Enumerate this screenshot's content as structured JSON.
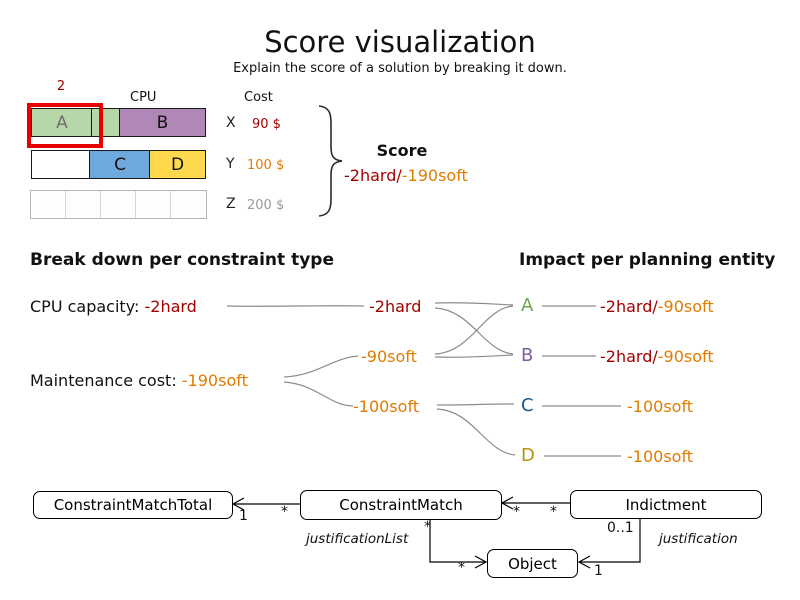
{
  "title": "Score visualization",
  "subtitle": "Explain the score of a solution by breaking it down.",
  "colors": {
    "hard": "#a40000",
    "soft": "#e07c00",
    "overload_highlight": "#e60000",
    "connector_gray": "#8c8c8c",
    "entity_a": "#6aa84f",
    "entity_b": "#7a5fa0",
    "entity_c": "#1f5582",
    "entity_d": "#b5950f",
    "segment_green": "#b6d7a8",
    "segment_purple": "#b088b8",
    "segment_blue": "#6fa8dc",
    "segment_yellow": "#ffd94d"
  },
  "machines": {
    "overload_count": "2",
    "cpu_header": "CPU",
    "cost_header": "Cost",
    "segment_a": "A",
    "segment_b": "B",
    "segment_c": "C",
    "segment_d": "D",
    "rows": [
      {
        "name": "X",
        "cost": "90 $"
      },
      {
        "name": "Y",
        "cost": "100 $"
      },
      {
        "name": "Z",
        "cost": "200 $"
      }
    ]
  },
  "score": {
    "label": "Score",
    "hard_part": "-2hard/",
    "soft_part": "-190soft"
  },
  "breakdown": {
    "heading": "Break down per constraint type",
    "cpu_label": "CPU capacity: ",
    "cpu_value": "-2hard",
    "maintenance_label": "Maintenance cost: ",
    "maintenance_value": "-190soft",
    "match_hard": "-2hard",
    "match_soft_x": "-90soft",
    "match_soft_y": "-100soft"
  },
  "impact": {
    "heading": "Impact per planning entity",
    "entities": [
      {
        "name": "A",
        "hard_part": "-2hard/",
        "soft_part": "-90soft"
      },
      {
        "name": "B",
        "hard_part": "-2hard/",
        "soft_part": "-90soft"
      },
      {
        "name": "C",
        "hard_part": "",
        "soft_part": "-100soft"
      },
      {
        "name": "D",
        "hard_part": "",
        "soft_part": "-100soft"
      }
    ]
  },
  "uml": {
    "constraint_match_total": "ConstraintMatchTotal",
    "constraint_match": "ConstraintMatch",
    "indictment": "Indictment",
    "object": "Object",
    "mult_cmt_one": "1",
    "mult_cmt_star": "*",
    "mult_ind_star_left": "*",
    "mult_ind_star_right": "*",
    "justification_list_label": "justificationList",
    "justification_list_mult": "*",
    "justification_mult": "0..1",
    "justification_label": "justification",
    "object_left_mult": "*",
    "object_right_mult": "1"
  }
}
